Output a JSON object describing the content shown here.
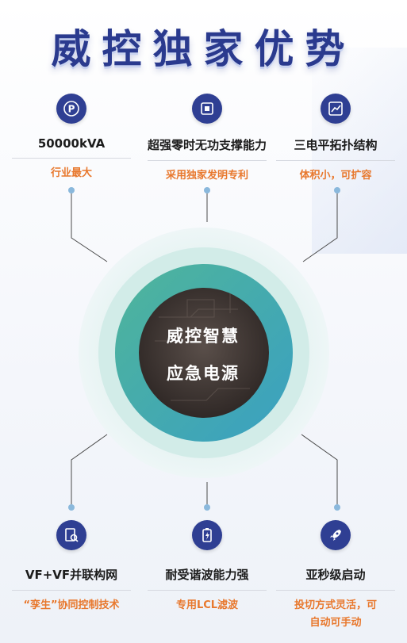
{
  "title": "威控独家优势",
  "center": {
    "line1": "威控智慧",
    "line2": "应急电源"
  },
  "top_features": [
    {
      "icon": "parking-icon",
      "title": "50000kVA",
      "sub": "行业最大"
    },
    {
      "icon": "chip-icon",
      "title": "超强零时无功支撑能力",
      "sub": "采用独家发明专利"
    },
    {
      "icon": "chart-icon",
      "title": "三电平拓扑结构",
      "sub": "体积小，可扩容"
    }
  ],
  "bottom_features": [
    {
      "icon": "document-search-icon",
      "title": "VF+VF并联构网",
      "sub": "“孪生”协同控制技术"
    },
    {
      "icon": "battery-icon",
      "title": "耐受谐波能力强",
      "sub": "专用LCL滤波"
    },
    {
      "icon": "rocket-icon",
      "title": "亚秒级启动",
      "sub1": "投切方式灵活，可",
      "sub2": "自动可手动"
    }
  ],
  "colors": {
    "accent": "#2f3f93",
    "highlight": "#e8782d",
    "teal": "#3bb3a8"
  }
}
